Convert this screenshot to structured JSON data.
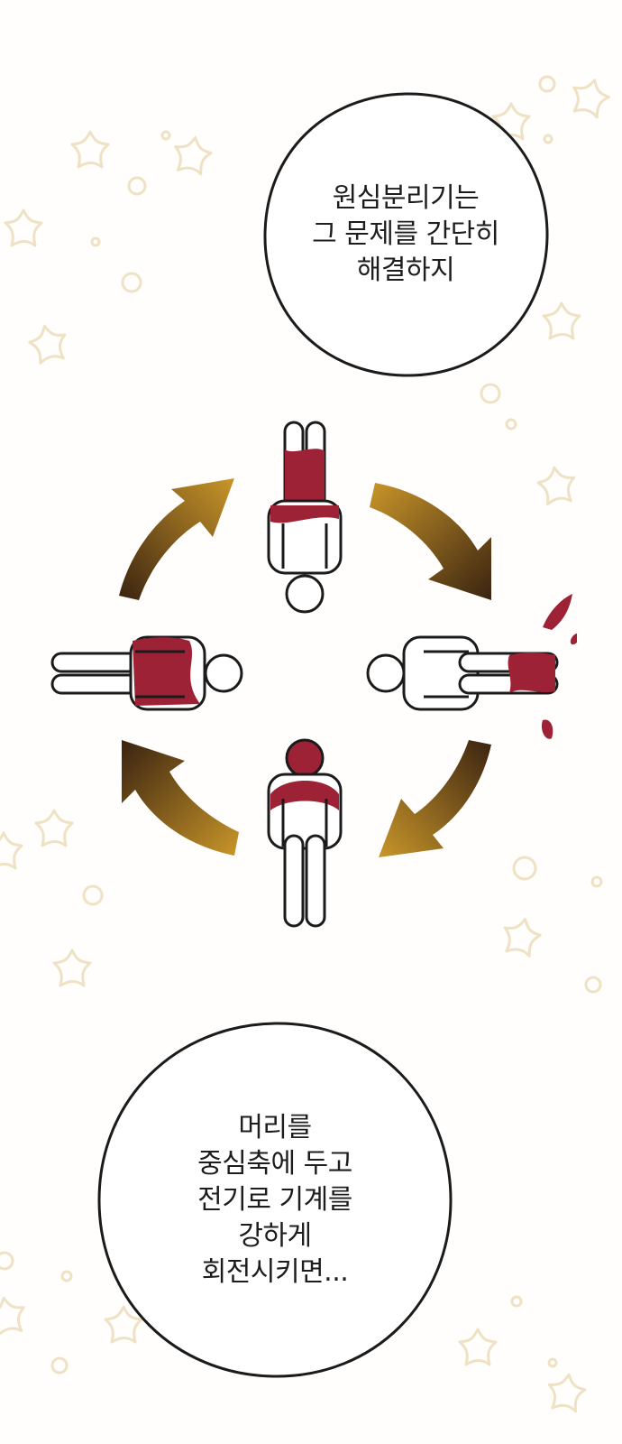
{
  "panel": {
    "bubble_top": {
      "lines": [
        "원심분리기는",
        "그 문제를 간단히",
        "해결하지"
      ]
    },
    "bubble_bottom": {
      "lines": [
        "머리를",
        "중심축에 두고",
        "전기로 기계를",
        "강하게",
        "회전시키면..."
      ]
    }
  },
  "colors": {
    "background": "#fffefc",
    "star_outline": "#efe2c4",
    "blood": "#9e2236",
    "arrow_light": "#c9962a",
    "arrow_dark": "#3a2310",
    "ink": "#1b1b1b"
  },
  "icons": [
    "star-decoration-icon",
    "human-figure-icon",
    "curved-arrow-icon",
    "blood-splash-icon"
  ]
}
